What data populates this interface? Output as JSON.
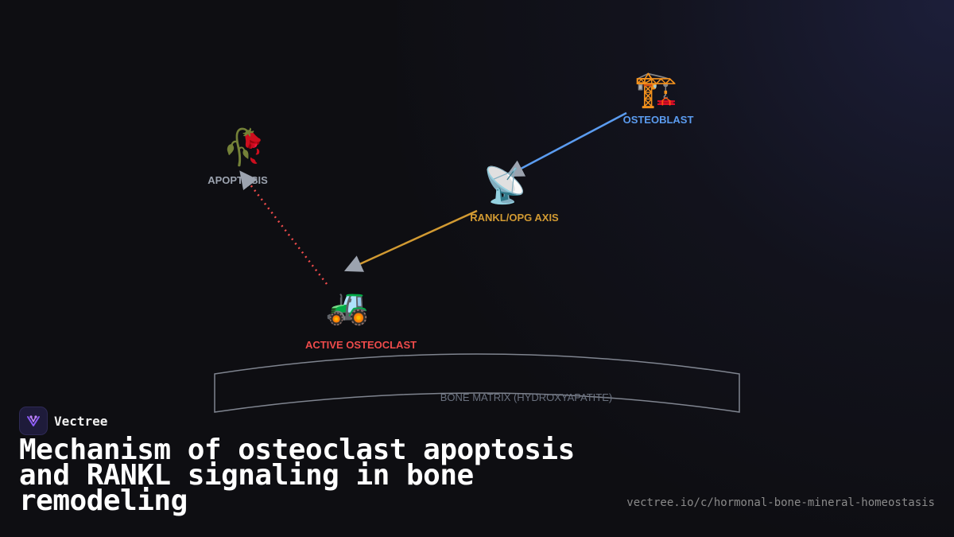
{
  "diagram": {
    "nodes": {
      "osteoblast": {
        "label": "OSTEOBLAST",
        "icon": "construction-crane-icon",
        "glyph": "🏗️",
        "color": "#5b9cf0"
      },
      "rankl": {
        "label": "RANKL/OPG AXIS",
        "icon": "satellite-dish-icon",
        "glyph": "📡",
        "color": "#d29a32"
      },
      "osteoclast": {
        "label": "ACTIVE OSTEOCLAST",
        "icon": "tractor-icon",
        "glyph": "🚜",
        "color": "#ef4b4b"
      },
      "apoptosis": {
        "label": "APOPTOSIS",
        "icon": "wilted-flower-icon",
        "glyph": "🥀",
        "color": "#9ca3af"
      }
    },
    "edges": [
      {
        "from": "osteoblast",
        "to": "rankl",
        "style": "solid",
        "color": "#5b9cf0"
      },
      {
        "from": "rankl",
        "to": "osteoclast",
        "style": "solid",
        "color": "#d29a32"
      },
      {
        "from": "osteoclast",
        "to": "apoptosis",
        "style": "dotted",
        "color": "#ef4b4b"
      }
    ],
    "matrix": {
      "label": "BONE MATRIX (HYDROXYAPATITE)",
      "stroke": "#9ca3af"
    },
    "arrowhead_color": "#9ca3af"
  },
  "footer": {
    "brand": "Vectree",
    "title": "Mechanism of osteoclast apoptosis and RANKL signaling in bone remodeling",
    "url": "vectree.io/c/hormonal-bone-mineral-homeostasis"
  }
}
